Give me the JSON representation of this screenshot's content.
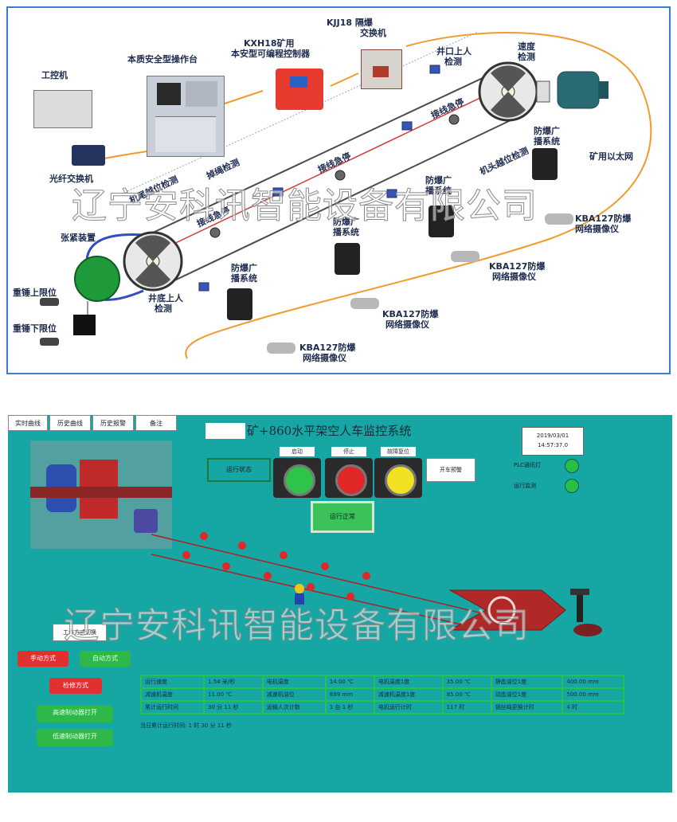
{
  "diagram": {
    "labels": {
      "industrial_pc": "工控机",
      "console": "本质安全型操作台",
      "plc_line1": "KXH18矿用",
      "plc_line2": "本安型可编程控制器",
      "switch_line1": "KJJ18 隔爆",
      "switch_line2": "交换机",
      "fiber_switch": "光纤交换机",
      "speed_line1": "速度",
      "speed_line2": "检测",
      "well_top_line1": "井口上人",
      "well_top_line2": "检测",
      "rope_drop": "掉绳检测",
      "tail_position": "机尾越位检测",
      "estop_1": "接线急停",
      "estop_2": "接线急停",
      "estop_3": "接线急停",
      "head_position": "机头越位检测",
      "broadcast_1_line1": "防爆广",
      "broadcast_1_line2": "播系统",
      "broadcast_2_line1": "防爆广",
      "broadcast_2_line2": "播系统",
      "broadcast_3_line1": "防爆广",
      "broadcast_3_line2": "播系统",
      "broadcast_4_line1": "防爆广",
      "broadcast_4_line2": "播系统",
      "ethernet": "矿用以太网",
      "camera_1_line1": "KBA127防爆",
      "camera_1_line2": "网络摄像仪",
      "camera_2_line1": "KBA127防爆",
      "camera_2_line2": "网络摄像仪",
      "camera_3_line1": "KBA127防爆",
      "camera_3_line2": "网络摄像仪",
      "camera_4_line1": "KBA127防爆",
      "camera_4_line2": "网络摄像仪",
      "tensioner": "张紧装置",
      "well_bottom_line1": "井底上人",
      "well_bottom_line2": "检测",
      "weight_upper": "重锤上限位",
      "weight_lower": "重锤下限位"
    },
    "watermark": "辽宁安科讯智能设备有限公司"
  },
  "hmi": {
    "nav_tabs": [
      "实时曲线",
      "历史曲线",
      "历史报警",
      "备注"
    ],
    "title": "矿+860水平架空人车监控系统",
    "datetime_line1": "2019/03/01",
    "datetime_line2": "14:57:37.0",
    "status_box": "运行状态",
    "lamp_start": "启动",
    "lamp_stop": "停止",
    "lamp_reset": "故障复位",
    "alarm_button": "开车预警",
    "plc_comm": "PLC通讯灯",
    "run_monitor": "运行监测",
    "state_display": "运行正常",
    "work_mode_button": "工作方式切换",
    "mode_auto": "手动方式",
    "mode_manual": "自动方式",
    "mode_overhaul": "检修方式",
    "control_1": "高速制动器打开",
    "control_2": "低速制动器打开",
    "table": [
      [
        "运行速度",
        "1.54  米/秒",
        "电机温度",
        "14.00  ℃",
        "电机温度1度",
        "35.00  ℃",
        "静态油位1度",
        "400.00  mm"
      ],
      [
        "减速机温度",
        "11.00  ℃",
        "减速机油位",
        "699  mm",
        "减速机温度1度",
        "85.00  ℃",
        "动态油位1度",
        "500.00  mm"
      ],
      [
        "累计运行时间",
        "30 分 11 秒",
        "运输人次计数",
        "1 台 1 秒",
        "电机运行计时",
        "117  时",
        "钢丝绳更换计时",
        "4  时"
      ]
    ],
    "bottom_note": "当日累计运行时间:   1  时  30 分 11 秒",
    "watermark": "辽宁安科讯智能设备有限公司"
  },
  "colors": {
    "hmi_background": "#16a7a5",
    "panel_border": "#26c24a",
    "orange_link": "#f29a2e",
    "diagram_border": "#3b7bd1"
  }
}
